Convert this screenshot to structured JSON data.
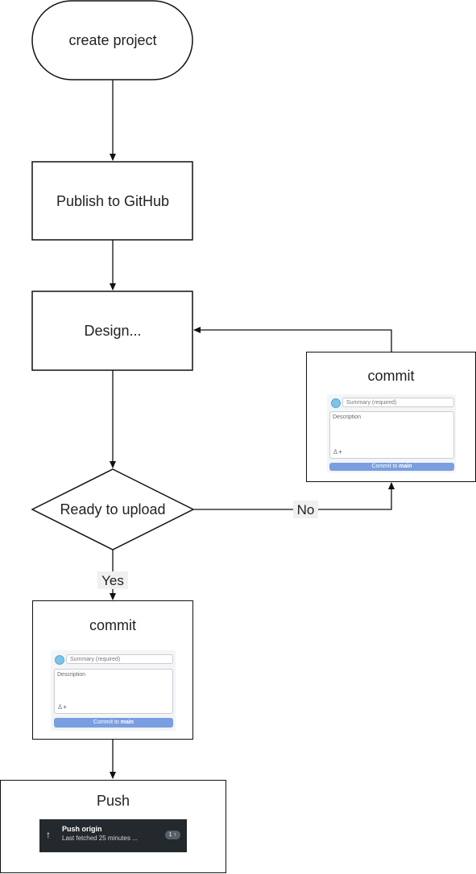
{
  "nodes": {
    "start": "create project",
    "publish": "Publish to GitHub",
    "design": "Design...",
    "decision": "Ready to upload",
    "commit_loop": "commit",
    "commit_main": "commit",
    "push": "Push"
  },
  "edge_labels": {
    "no": "No",
    "yes": "Yes"
  },
  "commit_widget": {
    "summary_placeholder": "Summary (required)",
    "description_placeholder": "Description",
    "coauthor_icon": "person-plus-icon",
    "button_prefix": "Commit to ",
    "button_branch": "main"
  },
  "push_widget": {
    "title": "Push origin",
    "subtitle": "Last fetched 25 minutes ...",
    "badge": "1 ↑",
    "icon": "arrow-up-icon"
  }
}
